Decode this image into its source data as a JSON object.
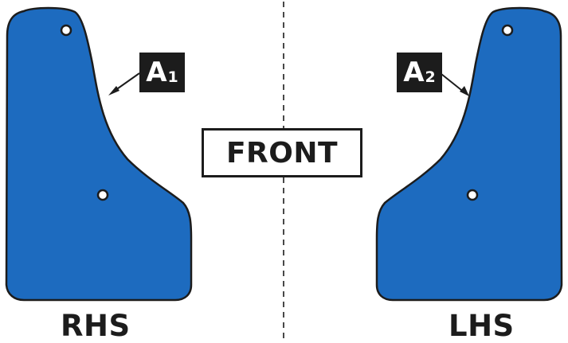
{
  "center_label": "FRONT",
  "callouts": {
    "a1": {
      "letter": "A",
      "index": "1"
    },
    "a2": {
      "letter": "A",
      "index": "2"
    }
  },
  "sides": {
    "right": "RHS",
    "left": "LHS"
  },
  "colors": {
    "flap_fill": "#1d6bbf",
    "outline": "#1c1c1c",
    "hole_fill": "#ffffff",
    "callout_bg": "#1c1c1c",
    "background": "#ffffff"
  }
}
